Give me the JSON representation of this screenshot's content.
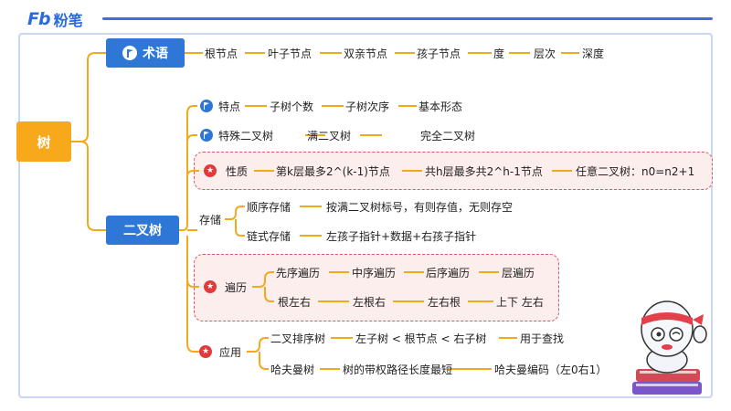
{
  "logo": {
    "mark": "Fb",
    "name": "粉笔"
  },
  "root": "树",
  "terms": {
    "label": "术语",
    "items": [
      "根节点",
      "叶子节点",
      "双亲节点",
      "孩子节点",
      "度",
      "层次",
      "深度"
    ]
  },
  "binary_tree": {
    "label": "二叉树",
    "features": {
      "label": "特点",
      "items": [
        "子树个数",
        "子树次序",
        "基本形态"
      ]
    },
    "special": {
      "label": "特殊二叉树",
      "items": [
        "满二叉树",
        "完全二叉树"
      ]
    },
    "properties": {
      "label": "性质",
      "items": [
        "第k层最多2^(k-1)节点",
        "共h层最多共2^h-1节点",
        "任意二叉树：n0=n2+1"
      ]
    },
    "storage": {
      "label": "存储",
      "sequential": {
        "label": "顺序存储",
        "desc": "按满二叉树标号，有则存值，无则存空"
      },
      "linked": {
        "label": "链式存储",
        "desc": "左孩子指针+数据+右孩子指针"
      }
    },
    "traversal": {
      "label": "遍历",
      "names": [
        "先序遍历",
        "中序遍历",
        "后序遍历",
        "层遍历"
      ],
      "orders": [
        "根左右",
        "左根右",
        "左右根",
        "上下 左右"
      ]
    },
    "application": {
      "label": "应用",
      "bst": {
        "label": "二叉排序树",
        "rule": "左子树 < 根节点 < 右子树",
        "use": "用于查找"
      },
      "huffman": {
        "label": "哈夫曼树",
        "rule": "树的带权路径长度最短",
        "use": "哈夫曼编码（左0右1）"
      }
    }
  },
  "colors": {
    "branch": "#f2a91b",
    "blue": "#2f77d6",
    "red": "#e23a3a",
    "root": "#f7a81b"
  },
  "icons": {
    "flag": "flag-icon",
    "star": "star-icon"
  }
}
